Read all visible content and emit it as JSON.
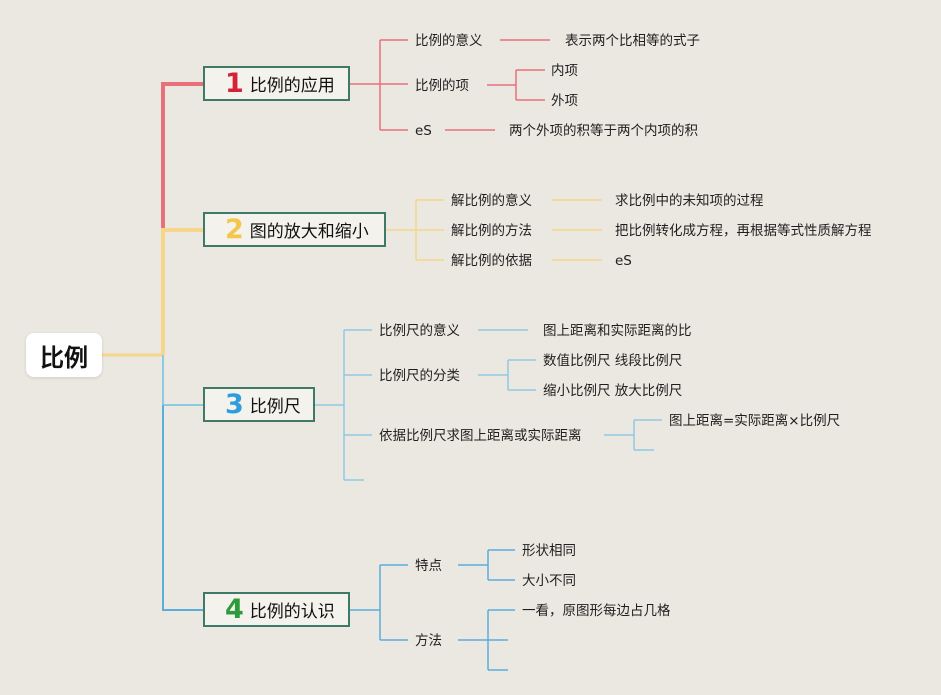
{
  "root": {
    "label": "比例"
  },
  "colors": {
    "branch1": "#e8707a",
    "branch2": "#f6d68a",
    "branch3": "#8ec9e3",
    "branch4": "#5aaedc",
    "num1": "#d42336",
    "num2": "#f3c74a",
    "num3": "#2d9de0",
    "num4": "#2f9a3b",
    "topic_border": "#3f7a68"
  },
  "branch1": {
    "num": "1",
    "label": "比例的应用",
    "meaning": {
      "label": "比例的意义",
      "desc": "表示两个比相等的式子"
    },
    "terms": {
      "label": "比例的项",
      "inner": "内项",
      "outer": "外项"
    },
    "property": {
      "label": "eS",
      "desc": "两个外项的积等于两个内项的积"
    }
  },
  "branch2": {
    "num": "2",
    "label": "图的放大和缩小",
    "meaning": {
      "label": "解比例的意义",
      "desc": "求比例中的未知项的过程"
    },
    "method": {
      "label": "解比例的方法",
      "desc": "把比例转化成方程，再根据等式性质解方程"
    },
    "basis": {
      "label": "解比例的依据",
      "desc": "eS"
    }
  },
  "branch3": {
    "num": "3",
    "label": "比例尺",
    "meaning": {
      "label": "比例尺的意义",
      "desc": "图上距离和实际距离的比"
    },
    "classes": {
      "label": "比例尺的分类",
      "a": "数值比例尺 线段比例尺",
      "b": "缩小比例尺 放大比例尺"
    },
    "calc": {
      "label": "依据比例尺求图上距离或实际距离",
      "desc": "图上距离=实际距离×比例尺"
    }
  },
  "branch4": {
    "num": "4",
    "label": "比例的认识",
    "feature": {
      "label": "特点",
      "a": "形状相同",
      "b": "大小不同"
    },
    "method": {
      "label": "方法",
      "a": "一看，原图形每边占几格"
    }
  }
}
